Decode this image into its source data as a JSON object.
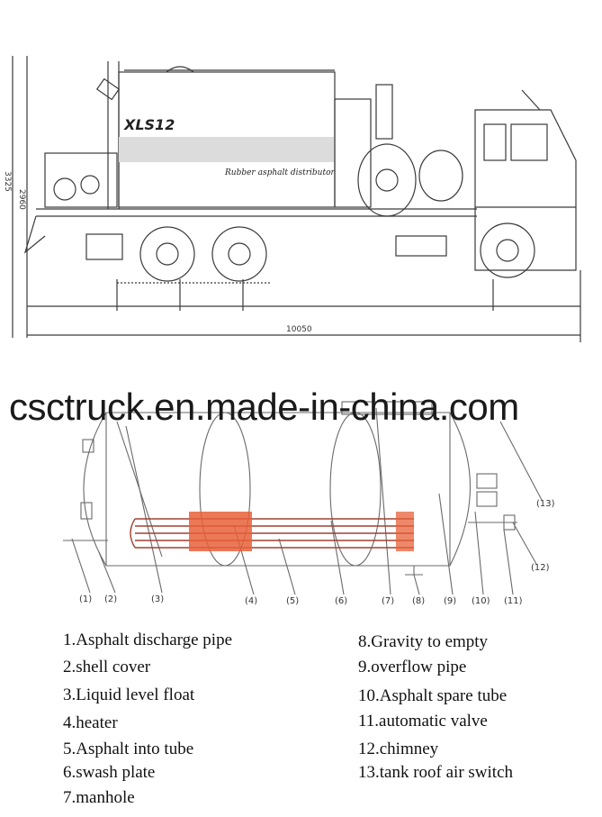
{
  "truck": {
    "model_label": "XLS12",
    "tank_text": "Rubber asphalt distributor",
    "length_dim": "10050",
    "height_dim": "3325",
    "left_dim": "2960"
  },
  "watermark": "csctruck.en.made-in-china.com",
  "callouts": [
    "(1)",
    "(2)",
    "(3)",
    "(4)",
    "(5)",
    "(6)",
    "(7)",
    "(8)",
    "(9)",
    "(10)",
    "(11)",
    "(12)",
    "(13)"
  ],
  "legend_left": [
    "1.Asphalt discharge pipe",
    "2.shell cover",
    "3.Liquid level float",
    "4.heater",
    "5.Asphalt into tube",
    "6.swash plate",
    "7.manhole"
  ],
  "legend_right": [
    "8.Gravity to empty",
    "9.overflow pipe",
    "10.Asphalt spare tube",
    "11.automatic valve",
    "12.chimney",
    "13.tank roof air switch"
  ],
  "colors": {
    "heater_accent": "#e8603a",
    "line": "#3a3a3a"
  }
}
